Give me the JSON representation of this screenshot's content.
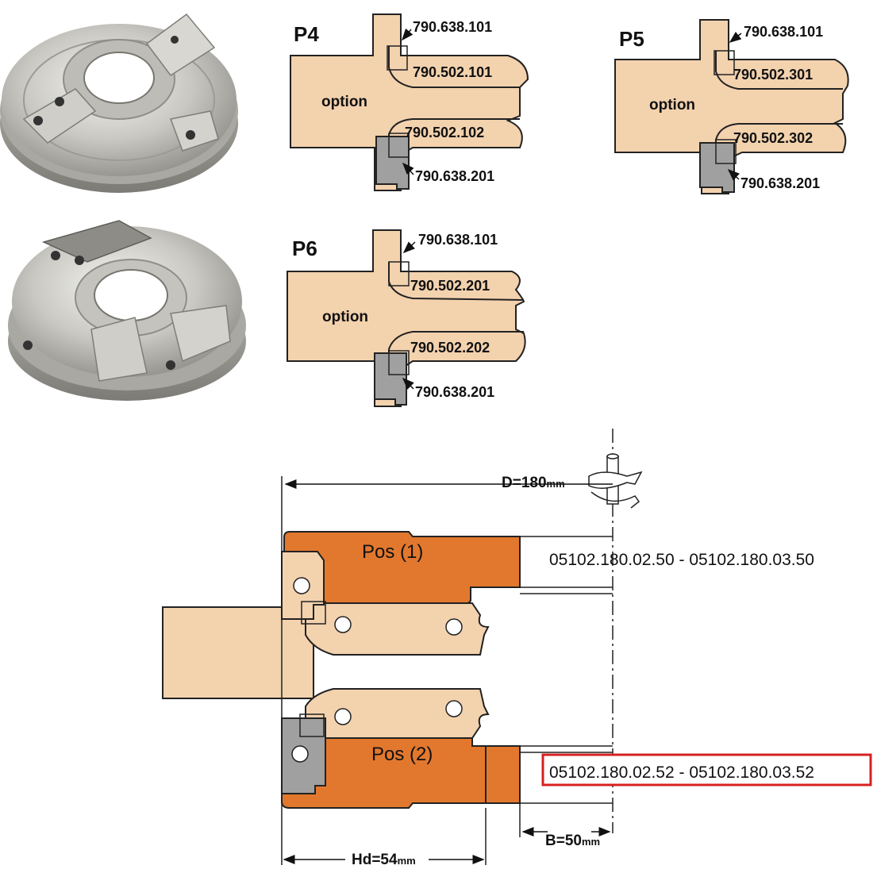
{
  "profiles": {
    "p4": {
      "title": "P4",
      "option": "option",
      "codes": [
        "790.638.101",
        "790.502.101",
        "790.502.102",
        "790.638.201"
      ]
    },
    "p5": {
      "title": "P5",
      "codes": [
        "790.638.101",
        "790.502.301",
        "790.502.302",
        "790.638.201"
      ],
      "option": "option"
    },
    "p6": {
      "title": "P6",
      "option": "option",
      "codes": [
        "790.638.101",
        "790.502.201",
        "790.502.202",
        "790.638.201"
      ]
    }
  },
  "assembly": {
    "diameter_label": "D=180",
    "diameter_unit": "mm",
    "pos1_label": "Pos (1)",
    "pos2_label": "Pos (2)",
    "pos1_codes": "05102.180.02.50 - 05102.180.03.50",
    "pos2_codes": "05102.180.02.52 - 05102.180.03.52",
    "height_label": "Hd=54",
    "height_unit": "mm",
    "bore_label": "B=50",
    "bore_unit": "mm",
    "highlight_color": "#d62020"
  },
  "colors": {
    "wood": "#f3d2ae",
    "orange": "#e2782e",
    "grey": "#a0a0a0"
  }
}
